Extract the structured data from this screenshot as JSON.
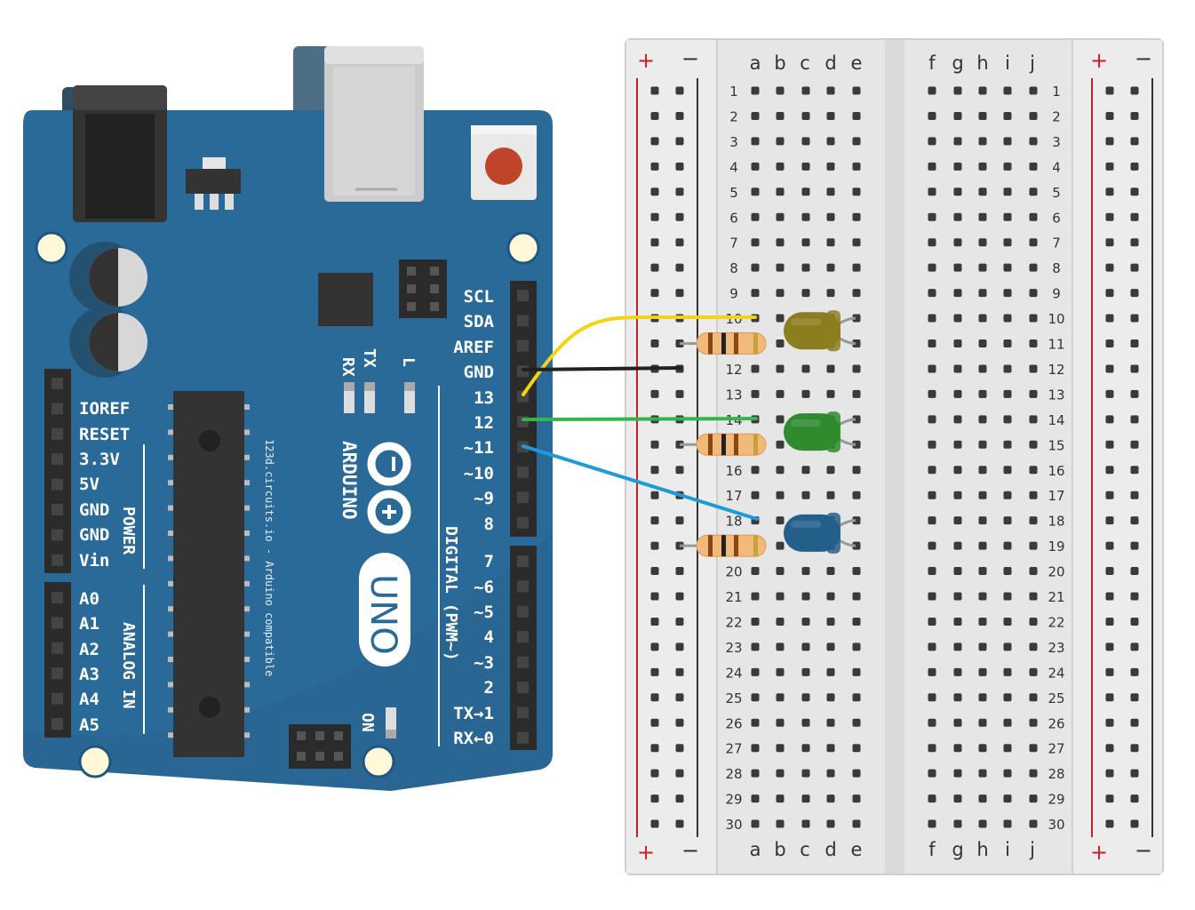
{
  "arduino": {
    "brand": "ARDUINO",
    "model": "UNO",
    "credit": "123d.circuits.io - Arduino compatible",
    "power_group": "POWER",
    "analog_group": "ANALOG IN",
    "digital_group": "DIGITAL (PWM~)",
    "on_label": "ON",
    "tx_label": "TX",
    "rx_label": "RX",
    "l_label": "L",
    "top_header_labels": [
      "SCL",
      "SDA",
      "AREF",
      "GND",
      "13",
      "12",
      "~11",
      "~10",
      "~9",
      "8"
    ],
    "bottom_header_labels": [
      "7",
      "~6",
      "~5",
      "4",
      "~3",
      "2",
      "TX→1",
      "RX←0"
    ],
    "power_labels": [
      "IOREF",
      "RESET",
      "3.3V",
      "5V",
      "GND",
      "GND",
      "Vin"
    ],
    "analog_labels": [
      "A0",
      "A1",
      "A2",
      "A3",
      "A4",
      "A5"
    ]
  },
  "breadboard": {
    "left_columns": [
      "a",
      "b",
      "c",
      "d",
      "e"
    ],
    "right_columns": [
      "f",
      "g",
      "h",
      "i",
      "j"
    ],
    "rows": 30,
    "plus": "+",
    "minus": "−"
  },
  "colors": {
    "board": "#2a6a99",
    "board_dark": "#1e5680",
    "breadboard": "#e6e6e6",
    "rail_red": "#c8202a",
    "wire_yellow": "#f2d50c",
    "wire_black": "#222222",
    "wire_green": "#33b54a",
    "wire_blue": "#1d9bd6",
    "led_olive": "#8c7d1e",
    "led_green": "#2e8b2e",
    "led_blue": "#245f8a",
    "resistor": "#f1b97a"
  },
  "circuit": {
    "wires": [
      {
        "color": "yellow",
        "from": "pin 13",
        "to": "row 10 a"
      },
      {
        "color": "black",
        "from": "GND",
        "to": "rail −"
      },
      {
        "color": "green",
        "from": "pin 12",
        "to": "row 14 a"
      },
      {
        "color": "blue",
        "from": "pin ~11",
        "to": "row 18 a"
      }
    ],
    "leds": [
      {
        "color": "olive",
        "rows": [
          10,
          11
        ]
      },
      {
        "color": "green",
        "rows": [
          14,
          15
        ]
      },
      {
        "color": "blue",
        "rows": [
          18,
          19
        ]
      }
    ],
    "resistors": [
      {
        "row": 11
      },
      {
        "row": 15
      },
      {
        "row": 19
      }
    ]
  }
}
